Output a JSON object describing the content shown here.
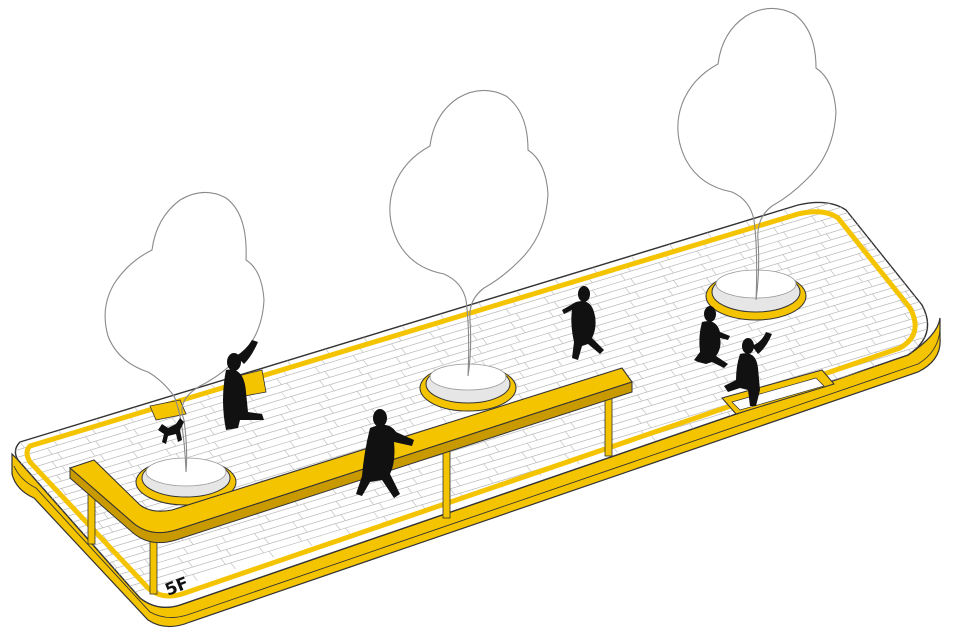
{
  "diagram": {
    "floor_label": "5F",
    "colors": {
      "accent": "#F5C400",
      "accent_dark": "#C99A00",
      "deck": "#FFFFFF",
      "plank_line": "#B8B8B8",
      "outline": "#333333",
      "planter_fill": "#E6E6E6",
      "tree_line": "#8A8A8A",
      "figure": "#111111"
    },
    "elements": {
      "trees": [
        "tree-left",
        "tree-center",
        "tree-right"
      ],
      "people": [
        "person-waving-left",
        "person-walking-center",
        "person-walking-mid",
        "person-walking-right",
        "person-waving-right"
      ],
      "animals": [
        "dog"
      ]
    }
  }
}
